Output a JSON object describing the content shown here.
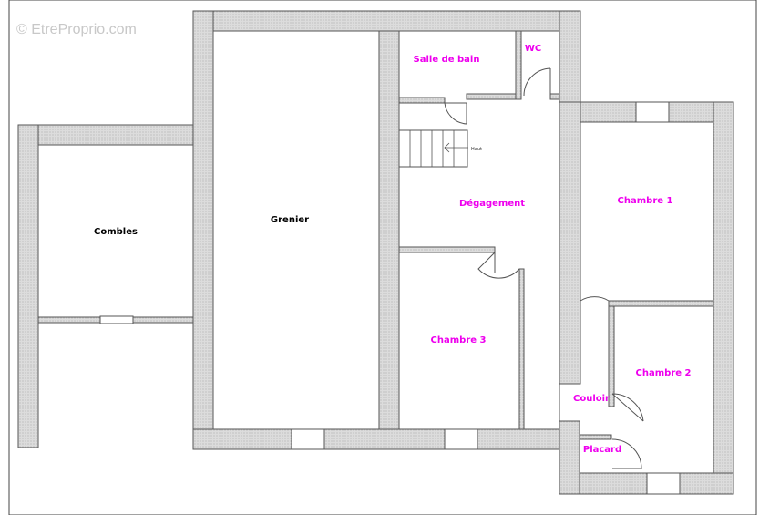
{
  "watermark": "© EtreProprio.com",
  "stair_label": "Haut",
  "colors": {
    "wall": "#d4d4d4",
    "wall_edge": "#555555",
    "room_label_pink": "#ee00ee",
    "room_label_black": "#000000"
  },
  "rooms": {
    "combles": "Combles",
    "grenier": "Grenier",
    "salle_de_bain": "Salle de bain",
    "wc": "WC",
    "degagement": "Dégagement",
    "chambre_1": "Chambre 1",
    "chambre_2": "Chambre 2",
    "chambre_3": "Chambre 3",
    "couloir": "Couloir",
    "placard": "Placard"
  }
}
